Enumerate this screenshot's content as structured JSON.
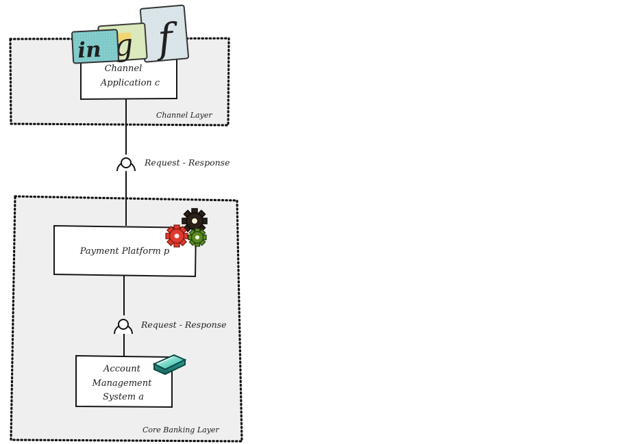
{
  "diagram": {
    "layers": {
      "channel": {
        "label": "Channel Layer"
      },
      "core": {
        "label": "Core Banking Layer"
      }
    },
    "components": {
      "channel_app": {
        "line1": "Channel",
        "line2": "Application c",
        "icon": "social-media-icons"
      },
      "payment_platform": {
        "label": "Payment Platform p",
        "icon": "gears-icon"
      },
      "account_mgmt": {
        "line1": "Account",
        "line2": "Management",
        "line3": "System a",
        "icon": "database-disk-icon"
      }
    },
    "interfaces": {
      "upper": {
        "label": "Request - Response"
      },
      "lower": {
        "label": "Request - Response"
      }
    },
    "social_icon_text": {
      "linkedin_fragment": "in",
      "google_fragment": "g",
      "facebook_fragment": "f"
    },
    "colors": {
      "layer_fill": "#efefef",
      "outline": "#111111",
      "linkedin_tile": "#7cc8c8",
      "google_tile": "#d9e8b8",
      "facebook_tile": "#d8e3e8",
      "gear_red": "#df3a2d",
      "gear_green": "#5b8a22",
      "gear_dark": "#2b2118",
      "disk_teal": "#4fc7b3"
    }
  }
}
